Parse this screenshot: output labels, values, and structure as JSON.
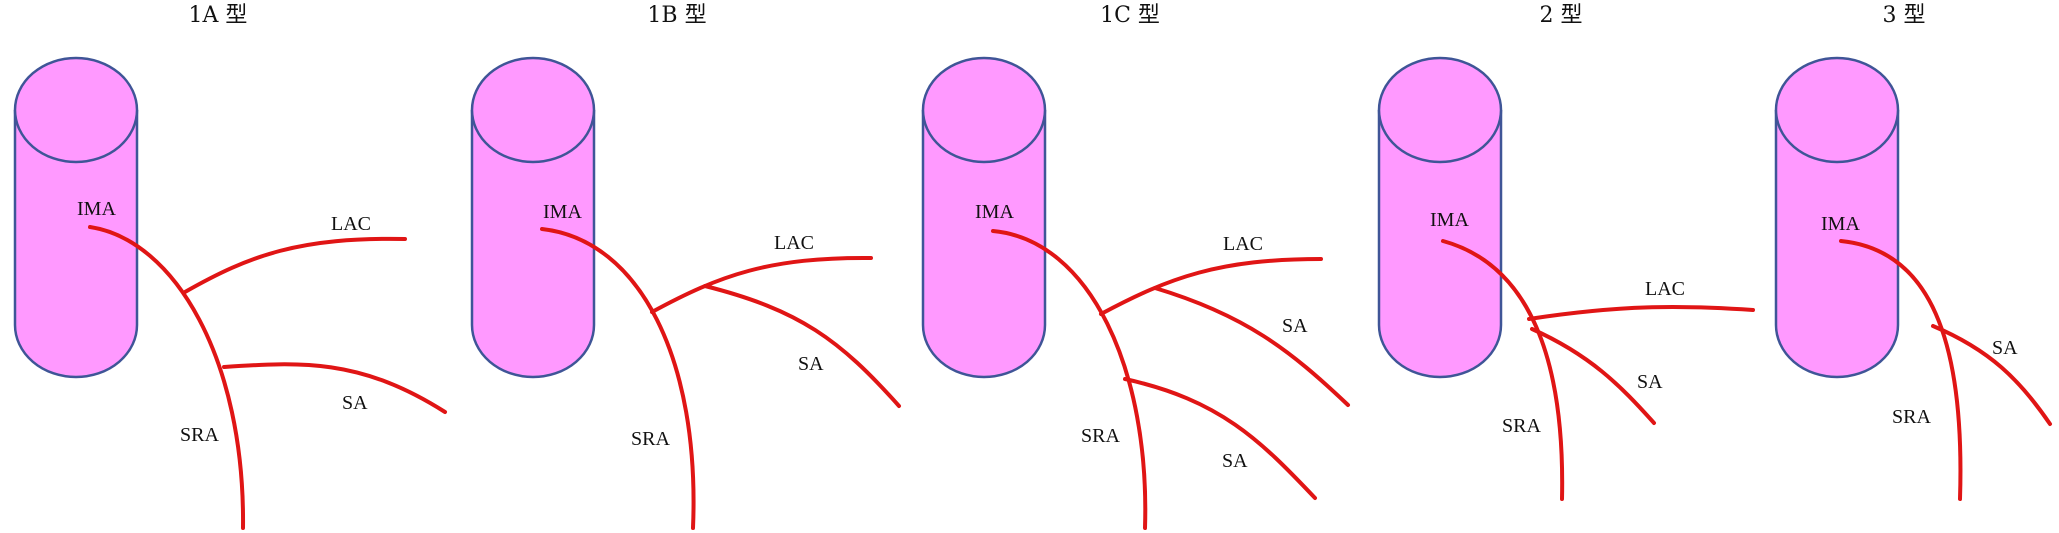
{
  "colors": {
    "cylinder_fill": "#ff99ff",
    "cylinder_stroke": "#3f5597",
    "artery": "#e01515"
  },
  "panels": [
    {
      "title": "1A 型",
      "labels": {
        "ima": "IMA",
        "lac": "LAC",
        "sa": "SA",
        "sra": "SRA"
      }
    },
    {
      "title": "1B 型",
      "labels": {
        "ima": "IMA",
        "lac": "LAC",
        "sa": "SA",
        "sra": "SRA"
      }
    },
    {
      "title": "1C 型",
      "labels": {
        "ima": "IMA",
        "lac": "LAC",
        "sa_upper": "SA",
        "sa_lower": "SA",
        "sra": "SRA"
      }
    },
    {
      "title": "2 型",
      "labels": {
        "ima": "IMA",
        "lac": "LAC",
        "sa": "SA",
        "sra": "SRA"
      }
    },
    {
      "title": "3 型",
      "labels": {
        "ima": "IMA",
        "sa": "SA",
        "sra": "SRA"
      }
    }
  ]
}
